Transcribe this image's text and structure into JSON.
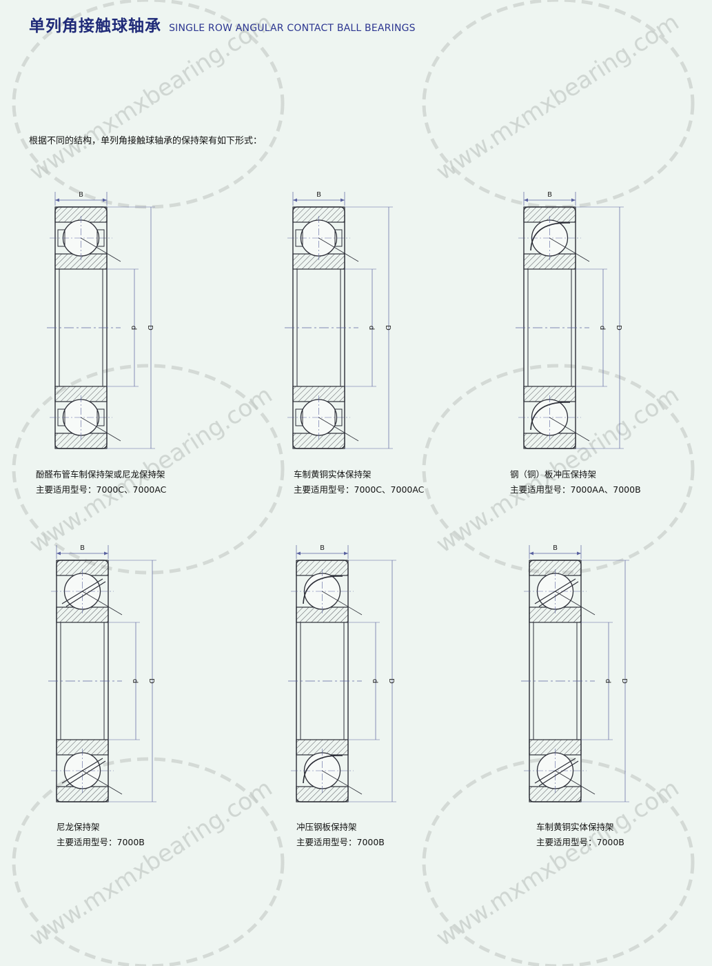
{
  "header": {
    "title_cn": "单列角接触球轴承",
    "title_en": "SINGLE ROW ANGULAR CONTACT BALL BEARINGS"
  },
  "intro": "根据不同的结构，单列角接触球轴承的保持架有如下形式：",
  "watermark": "www.mxmxbearing.com",
  "dimension_labels": {
    "width": "B",
    "bore": "d",
    "outer": "D"
  },
  "diagrams": [
    {
      "cage": "酚醛布管车制保持架或尼龙保持架",
      "models": "主要适用型号：7000C、7000AC"
    },
    {
      "cage": "车制黄铜实体保持架",
      "models": "主要适用型号：7000C、7000AC"
    },
    {
      "cage": "钢（铜）板冲压保持架",
      "models": "主要适用型号：7000AA、7000B"
    },
    {
      "cage": "尼龙保持架",
      "models": "主要适用型号：7000B"
    },
    {
      "cage": "冲压钢板保持架",
      "models": "主要适用型号：7000B"
    },
    {
      "cage": "车制黄铜实体保持架",
      "models": "主要适用型号：7000B"
    }
  ],
  "colors": {
    "title": "#1f2a78",
    "line": "#2b2d36",
    "dim": "#5a62a0",
    "background": "#eef5f1"
  }
}
